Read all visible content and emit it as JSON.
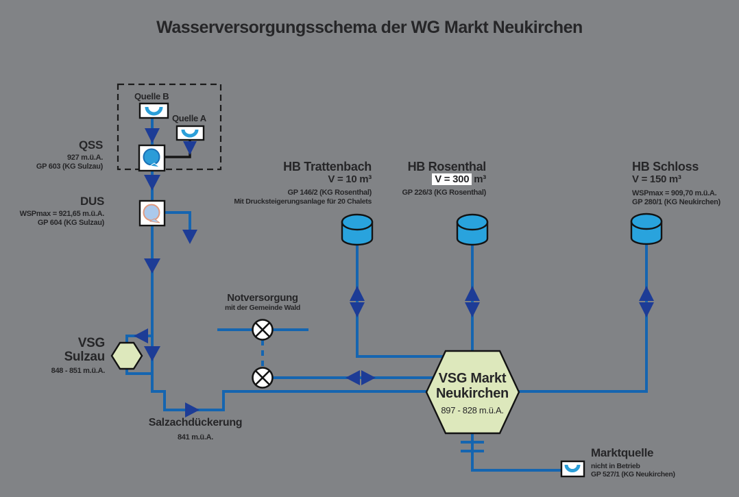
{
  "title": "Wasserversorgungsschema der WG Markt Neukirchen",
  "colors": {
    "background": "#818386",
    "pipe": "#1565b0",
    "arrow": "#1d3c96",
    "spring_arc": "#2b9fd9",
    "tank_fill": "#29a3dd",
    "hexagon_fill": "#dde8bc",
    "qss_fill": "#2b9cd8",
    "dus_fill": "#abc9ec",
    "dus_stroke": "#e09a80",
    "text": "#262628"
  },
  "springs": {
    "quelle_b": "Quelle B",
    "quelle_a": "Quelle A"
  },
  "shafts": {
    "qss": {
      "name": "QSS",
      "elevation": "927 m.ü.A.",
      "parcel": "GP 603 (KG Sulzau)"
    },
    "dus": {
      "name": "DUS",
      "wsp": "WSPmax = 921,65 m.ü.A.",
      "parcel": "GP 604 (KG Sulzau)"
    }
  },
  "reservoirs": {
    "trattenbach": {
      "name": "HB Trattenbach",
      "volume": "V = 10 m³",
      "parcel": "GP 146/2 (KG Rosenthal)",
      "note": "Mit Drucksteigerungsanlage für 20 Chalets"
    },
    "rosenthal": {
      "name": "HB Rosenthal",
      "volume_highlight": "V = 300",
      "volume_unit": "m³",
      "parcel": "GP 226/3 (KG Rosenthal)"
    },
    "schloss": {
      "name": "HB Schloss",
      "volume": "V = 150 m³",
      "wsp": "WSPmax = 909,70 m.ü.A.",
      "parcel": "GP 280/1 (KG Neukirchen)"
    }
  },
  "supply_zones": {
    "sulzau": {
      "name_line1": "VSG",
      "name_line2": "Sulzau",
      "elevation": "848 - 851 m.ü.A."
    },
    "markt_neukirchen": {
      "name_line1": "VSG Markt",
      "name_line2": "Neukirchen",
      "elevation": "897 - 828 m.ü.A."
    }
  },
  "emergency_supply": {
    "name": "Notversorgung",
    "note": "mit der Gemeinde Wald"
  },
  "salzach_culvert": {
    "name": "Salzachdückerung",
    "elevation": "841 m.ü.A."
  },
  "marktquelle": {
    "name": "Marktquelle",
    "status": "nicht in Betrieb",
    "parcel": "GP 527/1 (KG Neukirchen)"
  }
}
